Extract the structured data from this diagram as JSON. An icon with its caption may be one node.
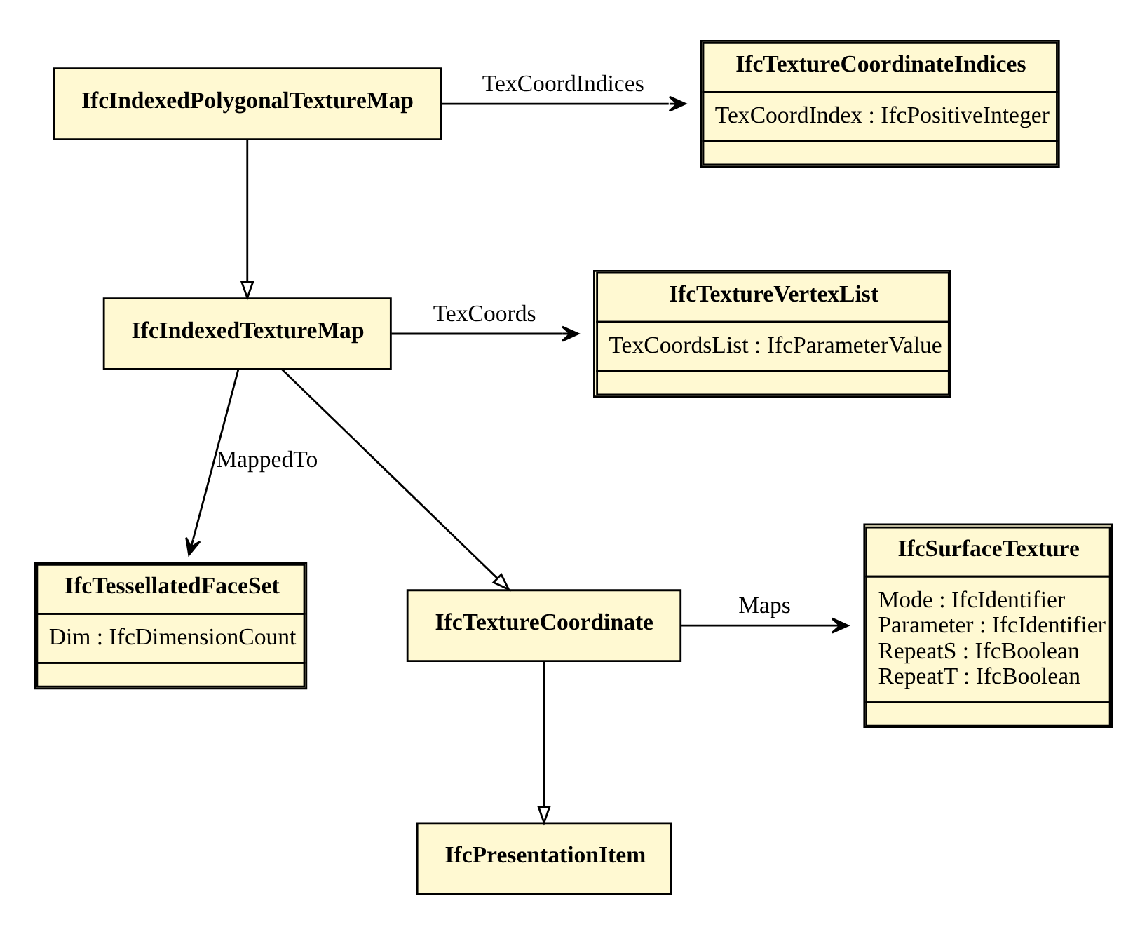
{
  "diagram": {
    "nodes": [
      {
        "text": [
          "IfcIndexedPolygonalTextureMap"
        ]
      },
      {
        "text": [
          "IfcTextureCoordinateIndices",
          "TexCoordIndex : IfcPositiveInteger"
        ]
      },
      {
        "text": [
          "IfcTextureVertexList",
          "TexCoordsList : IfcParameterValue"
        ]
      },
      {
        "text": [
          "IfcIndexedTextureMap"
        ]
      },
      {
        "text": [
          "IfcTessellatedFaceSet",
          "Dim : IfcDimensionCount"
        ]
      },
      {
        "text": [
          "IfcPresentationItem"
        ]
      },
      {
        "text": [
          "IfcTextureCoordinate"
        ]
      },
      {
        "text": [
          "IfcSurfaceTexture",
          "Mode : IfcIdentifier",
          "Parameter : IfcIdentifier",
          "RepeatS : IfcBoolean",
          "RepeatT : IfcBoolean"
        ]
      }
    ],
    "edges": [
      {
        "from": 0,
        "to": 1,
        "arrow": "to",
        "label": "TexCoordIndices"
      },
      {
        "from": 0,
        "to": 3,
        "arrow": "to"
      },
      {
        "from": 3,
        "to": 2,
        "arrow": "to",
        "label": "TexCoords"
      },
      {
        "from": 3,
        "to": 4,
        "arrow": "to",
        "label": "MappedTo"
      },
      {
        "from": 3,
        "to": 6,
        "arrow": "to"
      },
      {
        "from": 6,
        "to": 5,
        "arrow": "to"
      },
      {
        "from": 6,
        "to": 7,
        "arrow": "to",
        "label": "Maps"
      }
    ]
  }
}
